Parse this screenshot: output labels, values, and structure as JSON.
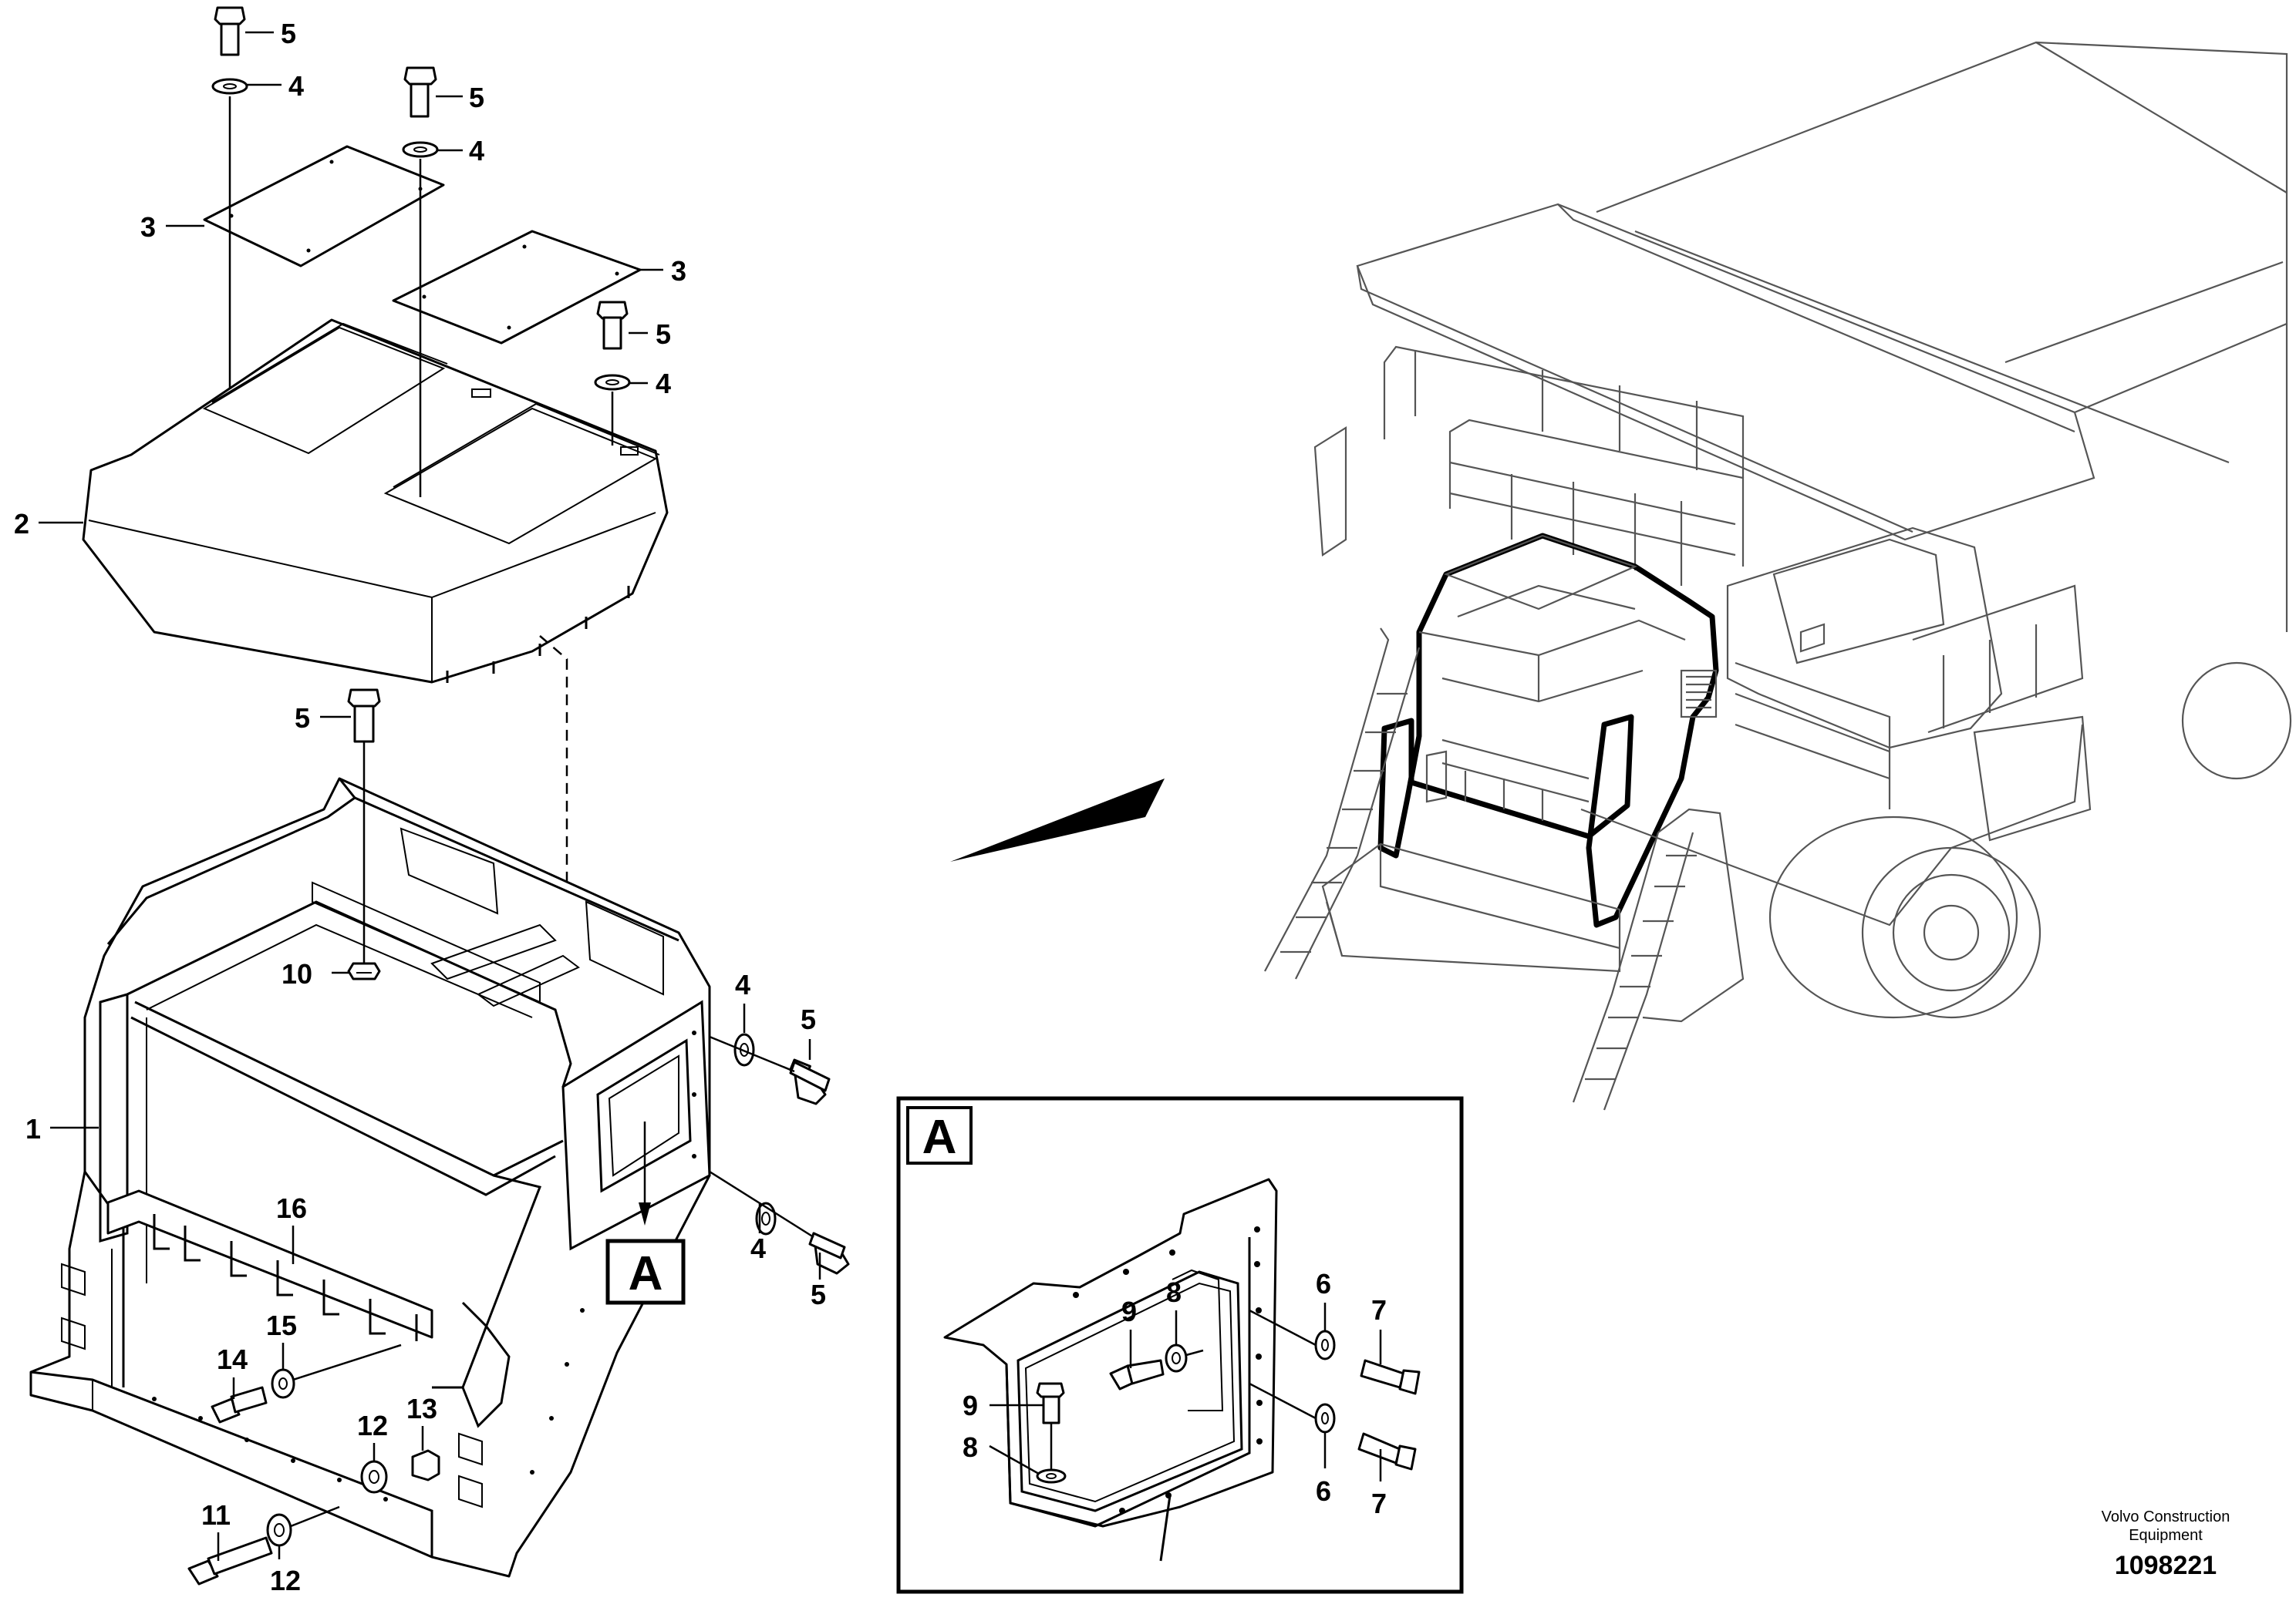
{
  "callouts": [
    {
      "id": "c5a",
      "text": "5"
    },
    {
      "id": "c4a",
      "text": "4"
    },
    {
      "id": "c5b",
      "text": "5"
    },
    {
      "id": "c4b",
      "text": "4"
    },
    {
      "id": "c3a",
      "text": "3"
    },
    {
      "id": "c3b",
      "text": "3"
    },
    {
      "id": "c5c",
      "text": "5"
    },
    {
      "id": "c4c",
      "text": "4"
    },
    {
      "id": "c2",
      "text": "2"
    },
    {
      "id": "c5d",
      "text": "5"
    },
    {
      "id": "c10",
      "text": "10"
    },
    {
      "id": "c4d",
      "text": "4"
    },
    {
      "id": "c5e",
      "text": "5"
    },
    {
      "id": "c1",
      "text": "1"
    },
    {
      "id": "c4e",
      "text": "4"
    },
    {
      "id": "c5f",
      "text": "5"
    },
    {
      "id": "c16",
      "text": "16"
    },
    {
      "id": "c15",
      "text": "15"
    },
    {
      "id": "c14",
      "text": "14"
    },
    {
      "id": "c13",
      "text": "13"
    },
    {
      "id": "c12a",
      "text": "12"
    },
    {
      "id": "c11",
      "text": "11"
    },
    {
      "id": "c12b",
      "text": "12"
    },
    {
      "id": "c6a",
      "text": "6"
    },
    {
      "id": "c7a",
      "text": "7"
    },
    {
      "id": "c9a",
      "text": "9"
    },
    {
      "id": "c8a",
      "text": "8"
    },
    {
      "id": "c9b",
      "text": "9"
    },
    {
      "id": "c8b",
      "text": "8"
    },
    {
      "id": "c6b",
      "text": "6"
    },
    {
      "id": "c7b",
      "text": "7"
    }
  ],
  "detail_tag": "A",
  "detail_box_tag": "A",
  "credit": {
    "line1": "Volvo Construction",
    "line2": "Equipment"
  },
  "document_number": "1098221"
}
